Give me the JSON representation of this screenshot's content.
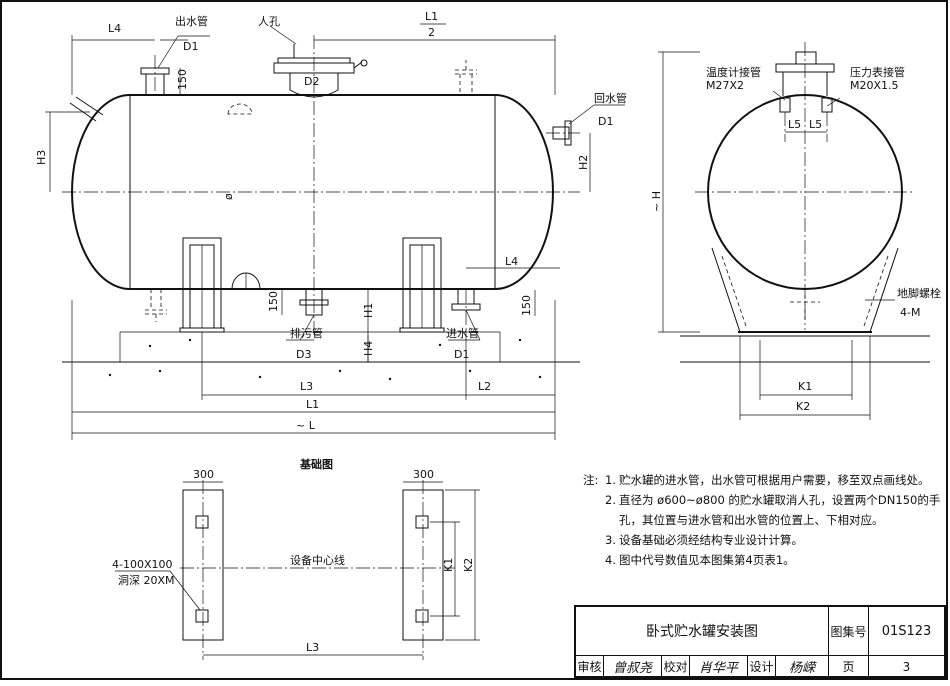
{
  "tank_elevation": {
    "dims": {
      "L4_top": "L4",
      "L1_half_num": "L1",
      "L1_half_den": "2",
      "D1_outlet": "D1",
      "D2_manhole": "D2",
      "d150_outlet": "150",
      "H3": "H3",
      "H2": "H2",
      "D1_return": "D1",
      "phi": "ø",
      "L4_right": "L4",
      "d150_drain": "150",
      "d150_inlet": "150",
      "H1": "H1",
      "H4": "H4",
      "D3": "D3",
      "D1_inlet": "D1",
      "L3": "L3",
      "L2": "L2",
      "L1": "L1",
      "L_total": "~ L"
    },
    "labels": {
      "outlet_pipe": "出水管",
      "manhole": "人孔",
      "return_pipe": "回水管",
      "drain_pipe": "排污管",
      "inlet_pipe": "进水管"
    }
  },
  "tank_side_view": {
    "labels": {
      "thermometer_tap": "温度计接管",
      "thermometer_size": "M27X2",
      "pressure_tap": "压力表接管",
      "pressure_size": "M20X1.5",
      "anchor_bolt": "地脚螺栓",
      "anchor_bolt_count": "4-M"
    },
    "dims": {
      "L5_left": "L5",
      "L5_right": "L5",
      "H": "~ H",
      "K1": "K1",
      "K2": "K2"
    }
  },
  "foundation_plan": {
    "title": "基础图",
    "width_left": "300",
    "width_right": "300",
    "center_line": "设备中心线",
    "hole_spec": "4-100X100",
    "hole_depth": "洞深 20XM",
    "K1": "K1",
    "K2": "K2",
    "L3": "L3"
  },
  "notes": {
    "heading": "注:",
    "items": [
      {
        "num": "1.",
        "text": "贮水罐的进水管，出水管可根据用户需要，移至双点画线处。"
      },
      {
        "num": "2.",
        "text": "直径为 ø600~ø800 的贮水罐取消人孔，设置两个DN150的手孔，其位置与进水管和出水管的位置上、下相对应。"
      },
      {
        "num": "3.",
        "text": "设备基础必须经结构专业设计计算。"
      },
      {
        "num": "4.",
        "text": "图中代号数值见本图集第4页表1。"
      }
    ]
  },
  "title_block": {
    "drawing_title": "卧式贮水罐安装图",
    "atlas_label": "图集号",
    "atlas_number": "01S123",
    "review_label": "审核",
    "review_sign": "曾叔尧",
    "check_label": "校对",
    "check_sign": "肖华平",
    "design_label": "设计",
    "design_sign": "杨嵘",
    "page_label": "页",
    "page_number": "3"
  }
}
